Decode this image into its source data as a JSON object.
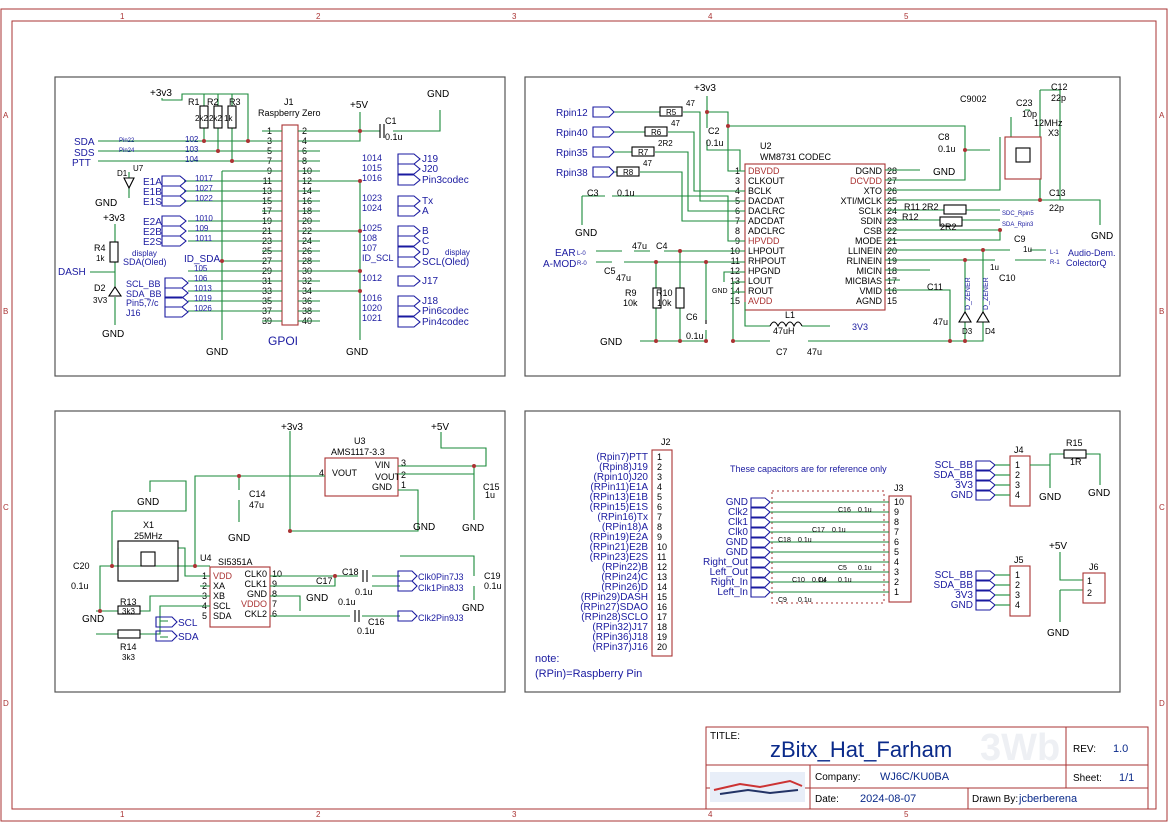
{
  "sheet": {
    "grid_cols": [
      "1",
      "2",
      "3",
      "4",
      "5"
    ],
    "grid_rows": [
      "A",
      "B",
      "C",
      "D"
    ],
    "watermark": "3Wb"
  },
  "titleblock": {
    "title_label": "TITLE:",
    "title": "zBitx_Hat_Farham",
    "rev_label": "REV:",
    "rev": "1.0",
    "company_label": "Company:",
    "company": "WJ6C/KU0BA",
    "sheet_label": "Sheet:",
    "sheet": "1/1",
    "date_label": "Date:",
    "date": "2024-08-07",
    "drawn_label": "Drawn By:",
    "drawn": "jcberberena"
  },
  "gpio": {
    "ref": "J1",
    "part": "Raspberry Zero",
    "caption": "GPOI",
    "pins_left": [
      "1",
      "3",
      "5",
      "7",
      "9",
      "11",
      "13",
      "15",
      "17",
      "19",
      "21",
      "23",
      "25",
      "27",
      "29",
      "31",
      "33",
      "35",
      "37",
      "39"
    ],
    "pins_right": [
      "2",
      "4",
      "6",
      "8",
      "10",
      "12",
      "14",
      "16",
      "18",
      "20",
      "22",
      "24",
      "26",
      "28",
      "30",
      "32",
      "34",
      "36",
      "38",
      "40"
    ],
    "supply_3v3": "+3v3",
    "supply_5v": "+5V",
    "gnd": "GND",
    "r1": "R1",
    "r2": "R2",
    "r3": "R3",
    "r1v": "2k2",
    "r2v": "2k2",
    "r3v": "1k",
    "c1": "C1",
    "c1v": "0.1u",
    "left_nets": [
      "SDA",
      "SDS",
      "PTT"
    ],
    "left_nums": [
      "102",
      "103",
      "104"
    ],
    "left_tags": [
      "Pin22",
      "Pin24",
      ""
    ],
    "u7": "U7",
    "d1": "D1",
    "e_nets": [
      "E1A",
      "E1B",
      "E1S",
      "E2A",
      "E2B",
      "E2S"
    ],
    "e_nums": [
      "1017",
      "1027",
      "1022",
      "1010",
      "109",
      "1011"
    ],
    "r4": "R4",
    "r4v": "1k",
    "supply_3v3b": "+3v3",
    "dash": "DASH",
    "d2": "D2",
    "d2v": "3V3",
    "oled_a": "display",
    "oled_b": "SDA(Oled)",
    "id_sda": "ID_SDA",
    "lower_left": [
      "SCL_BB",
      "SDA_BB",
      "Pin5,7/c",
      "J16"
    ],
    "lower_left_nums": [
      "105",
      "106",
      "1013",
      "1019",
      "1026"
    ],
    "right_nums": [
      "1014",
      "1015",
      "1016",
      "1023",
      "1024",
      "1025",
      "108",
      "107",
      "ID_SCL",
      "1012",
      "1016",
      "1020",
      "1021"
    ],
    "right_nets": [
      "J19",
      "J20",
      "Pin3codec",
      "Tx",
      "A",
      "B",
      "C",
      "D",
      "display",
      "SCL(Oled)",
      "J17",
      "J18",
      "Pin6codec",
      "Pin4codec"
    ]
  },
  "codec": {
    "ref": "U2",
    "part": "WM8731 CODEC",
    "left_pins": [
      {
        "n": "1",
        "name": "DBVDD"
      },
      {
        "n": "3",
        "name": "CLKOUT"
      },
      {
        "n": "4",
        "name": "BCLK"
      },
      {
        "n": "5",
        "name": "DACDAT"
      },
      {
        "n": "6",
        "name": "DACLRC"
      },
      {
        "n": "7",
        "name": "ADCDAT"
      },
      {
        "n": "8",
        "name": "ADCLRC"
      },
      {
        "n": "9",
        "name": "HPVDD"
      },
      {
        "n": "10",
        "name": "LHPOUT"
      },
      {
        "n": "11",
        "name": "RHPOUT"
      },
      {
        "n": "12",
        "name": "HPGND"
      },
      {
        "n": "13",
        "name": "LOUT"
      },
      {
        "n": "14",
        "name": "ROUT"
      },
      {
        "n": "15",
        "name": "AVDD"
      }
    ],
    "right_pins": [
      {
        "n": "28",
        "name": "DGND"
      },
      {
        "n": "27",
        "name": "DCVDD"
      },
      {
        "n": "26",
        "name": "XTO"
      },
      {
        "n": "25",
        "name": "XTI/MCLK"
      },
      {
        "n": "24",
        "name": "SCLK"
      },
      {
        "n": "23",
        "name": "SDIN"
      },
      {
        "n": "22",
        "name": "CSB"
      },
      {
        "n": "21",
        "name": "MODE"
      },
      {
        "n": "20",
        "name": "LLINEIN"
      },
      {
        "n": "19",
        "name": "RLINEIN"
      },
      {
        "n": "18",
        "name": "MICIN"
      },
      {
        "n": "17",
        "name": "MICBIAS"
      },
      {
        "n": "16",
        "name": "VMID"
      },
      {
        "n": "15",
        "name": "AGND"
      }
    ],
    "rpins": [
      "Rpin12",
      "Rpin40",
      "Rpin35",
      "Rpin38"
    ],
    "rres": [
      "R5",
      "R6",
      "R7",
      "R8"
    ],
    "rvals": [
      "47",
      "47",
      "2R2",
      "47"
    ],
    "supply": "+3v3",
    "c2": "C2",
    "c2v": "0.1u",
    "c3": "C3",
    "c3v": "0.1u",
    "c8": "C8",
    "c8v": "0.1u",
    "c4": "C4",
    "c4v": "47u",
    "c5": "C5",
    "c5v": "47u",
    "c6": "C6",
    "c6v": "0.1u",
    "c7": "C7",
    "c7v": "47u",
    "c9": "C9",
    "c9v": "1u",
    "c10": "C10",
    "c10v": "1u",
    "c11": "C11",
    "c11v": "47u",
    "c12": "C12",
    "c12v": "22p",
    "c13": "C13",
    "c13v": "22p",
    "c23": "C23",
    "c23v": "10p",
    "c9002": "C9002",
    "x3": "X3",
    "x3v": "12MHz",
    "r9": "R9",
    "r9v": "10k",
    "r10": "R10",
    "r10v": "10k",
    "r11": "R11",
    "r11v": "2R2",
    "r12": "R12",
    "r12v": "2R2",
    "l1": "L1",
    "l1v": "47uH",
    "l1net": "3V3",
    "ear": "EAR",
    "amod": "A-MOD",
    "tags_in": [
      "L-0",
      "R-0"
    ],
    "tags_out": [
      "L-1",
      "R-1"
    ],
    "audio_a": "Audio-Dem.",
    "audio_b": "ColectorQ",
    "sdc": "SDC_Rpin5",
    "sda": "SDA_Rpin3",
    "d3": "D3",
    "d4": "D4",
    "zener": "D_ZENER",
    "gnd": "GND"
  },
  "clock": {
    "ref": "U4",
    "part": "SI5351A",
    "left_pins": [
      {
        "n": "1",
        "name": "VDD"
      },
      {
        "n": "2",
        "name": "XA"
      },
      {
        "n": "3",
        "name": "XB"
      },
      {
        "n": "4",
        "name": "SCL"
      },
      {
        "n": "5",
        "name": "SDA"
      }
    ],
    "right_pins": [
      {
        "n": "10",
        "name": "CLK0"
      },
      {
        "n": "9",
        "name": "CLK1"
      },
      {
        "n": "8",
        "name": "GND"
      },
      {
        "n": "7",
        "name": "VDDO"
      },
      {
        "n": "6",
        "name": "CKL2"
      }
    ],
    "u3": "U3",
    "u3part": "AMS1117-3.3",
    "u3pins": [
      "VIN",
      "VOUT",
      "GND",
      "VOUT"
    ],
    "u3nums": [
      "3",
      "2",
      "1",
      "4"
    ],
    "supply_3v3": "+3v3",
    "supply_5v": "+5V",
    "c14": "C14",
    "c14v": "47u",
    "c15": "C15",
    "c15v": "1u",
    "c16": "C16",
    "c16v": "0.1u",
    "c17": "C17",
    "c17v": "0.1u",
    "c18": "C18",
    "c18v": "0.1u",
    "c19": "C19",
    "c19v": "0.1u",
    "c20": "C20",
    "c20v": "0.1u",
    "x1": "X1",
    "x1v": "25MHz",
    "r13": "R13",
    "r13v": "3k3",
    "r14": "R14",
    "r14v": "3k3",
    "scl": "SCL",
    "sda": "SDA",
    "clk_nets": [
      "Clk0Pin7J3",
      "Clk1Pin8J3",
      "Clk2Pin9J3"
    ],
    "gnd": "GND"
  },
  "j2": {
    "ref": "J2",
    "labels": [
      "(Rpin7)PTT",
      "(Rpin8)J19",
      "(Rpin10)J20",
      "(RPin11)E1A",
      "(RPin13)E1B",
      "(RPin15)E1S",
      "(RPin16)Tx",
      "(RPin18)A",
      "(RPin19)E2A",
      "(RPin21)E2B",
      "(RPin23)E2S",
      "(RPin22)B",
      "(RPin24)C",
      "(RPin26)D",
      "(RPin29)DASH",
      "(RPin27)SDAO",
      "(RPin28)SCLO",
      "(RPin32)J17",
      "(RPin36)J18",
      "(RPin37)J16"
    ],
    "pins": [
      "1",
      "2",
      "3",
      "4",
      "5",
      "6",
      "7",
      "8",
      "9",
      "10",
      "11",
      "12",
      "13",
      "14",
      "15",
      "16",
      "17",
      "18",
      "19",
      "20"
    ],
    "note1": "note:",
    "note2": "(RPin)=Raspberry Pin"
  },
  "j3": {
    "ref": "J3",
    "note": "These capacitors are for reference only",
    "labels": [
      "GND",
      "Clk2",
      "Clk1",
      "Clk0",
      "GND",
      "GND",
      "Right_Out",
      "Left_Out",
      "Right_In",
      "Left_In"
    ],
    "pins": [
      "10",
      "9",
      "8",
      "7",
      "6",
      "5",
      "4",
      "3",
      "2",
      "1"
    ],
    "caps": [
      "C16",
      "C17",
      "C18",
      "C5",
      "C10",
      "C4",
      "C9"
    ],
    "cap_v": "0.1u"
  },
  "j4": {
    "ref": "J4",
    "labels": [
      "SCL_BB",
      "SDA_BB",
      "3V3",
      "GND"
    ],
    "pins": [
      "1",
      "2",
      "3",
      "4"
    ],
    "r15": "R15",
    "r15v": "1R",
    "gnd": "GND"
  },
  "j5": {
    "ref": "J5",
    "labels": [
      "SCL_BB",
      "SDA_BB",
      "3V3",
      "GND"
    ],
    "pins": [
      "1",
      "2",
      "3",
      "4"
    ]
  },
  "j6": {
    "ref": "J6",
    "pins": [
      "1",
      "2"
    ],
    "supply": "+5V",
    "gnd": "GND"
  }
}
